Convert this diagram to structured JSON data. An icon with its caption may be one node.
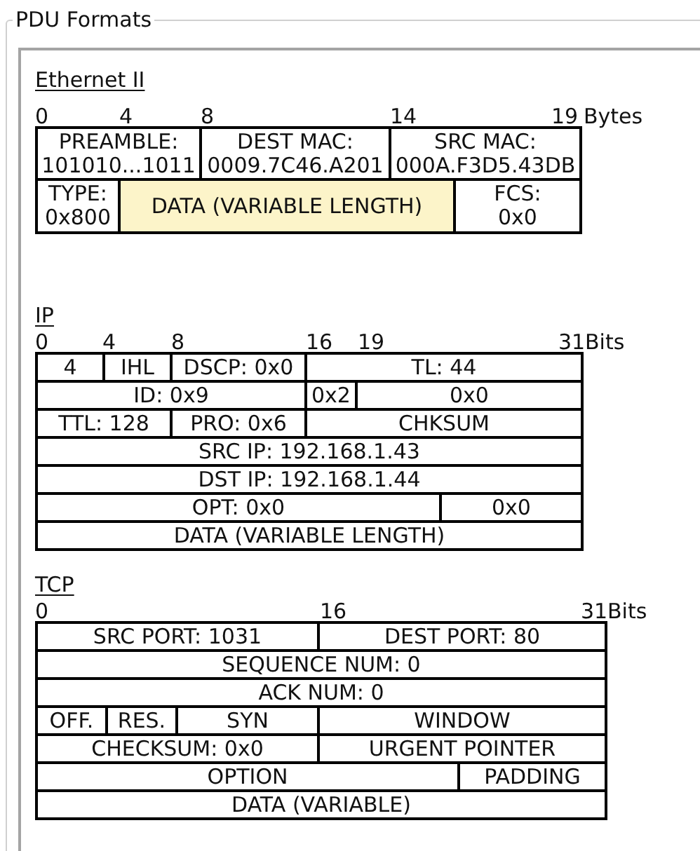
{
  "diagram": {
    "title": "PDU Formats",
    "labels": [
      "Ethernet II",
      "0",
      "4",
      "8",
      "14",
      "19",
      "Bytes",
      "PREAMBLE: 101010...1011",
      "DEST MAC: 0009.7C46.A201",
      "SRC MAC: 000A.F3D5.43DB",
      "TYPE: 0x800",
      "DATA (VARIABLE LENGTH)",
      "FCS: 0x0",
      "IP",
      "0",
      "4",
      "8",
      "16",
      "19",
      "31",
      "Bits",
      "4",
      "IHL",
      "DSCP: 0x0",
      "TL: 44",
      "ID: 0x9",
      "0x2",
      "0x0",
      "TTL: 128",
      "PRO: 0x6",
      "CHKSUM",
      "SRC IP: 192.168.1.43",
      "DST IP: 192.168.1.44",
      "OPT: 0x0",
      "0x0",
      "DATA (VARIABLE LENGTH)",
      "TCP",
      "0",
      "16",
      "31",
      "Bits",
      "SRC PORT: 1031",
      "DEST PORT: 80",
      "SEQUENCE NUM: 0",
      "ACK NUM: 0",
      "OFF.",
      "RES.",
      "SYN",
      "WINDOW",
      "CHECKSUM: 0x0",
      "URGENT POINTER",
      "OPTION",
      "PADDING",
      "DATA (VARIABLE)"
    ]
  }
}
